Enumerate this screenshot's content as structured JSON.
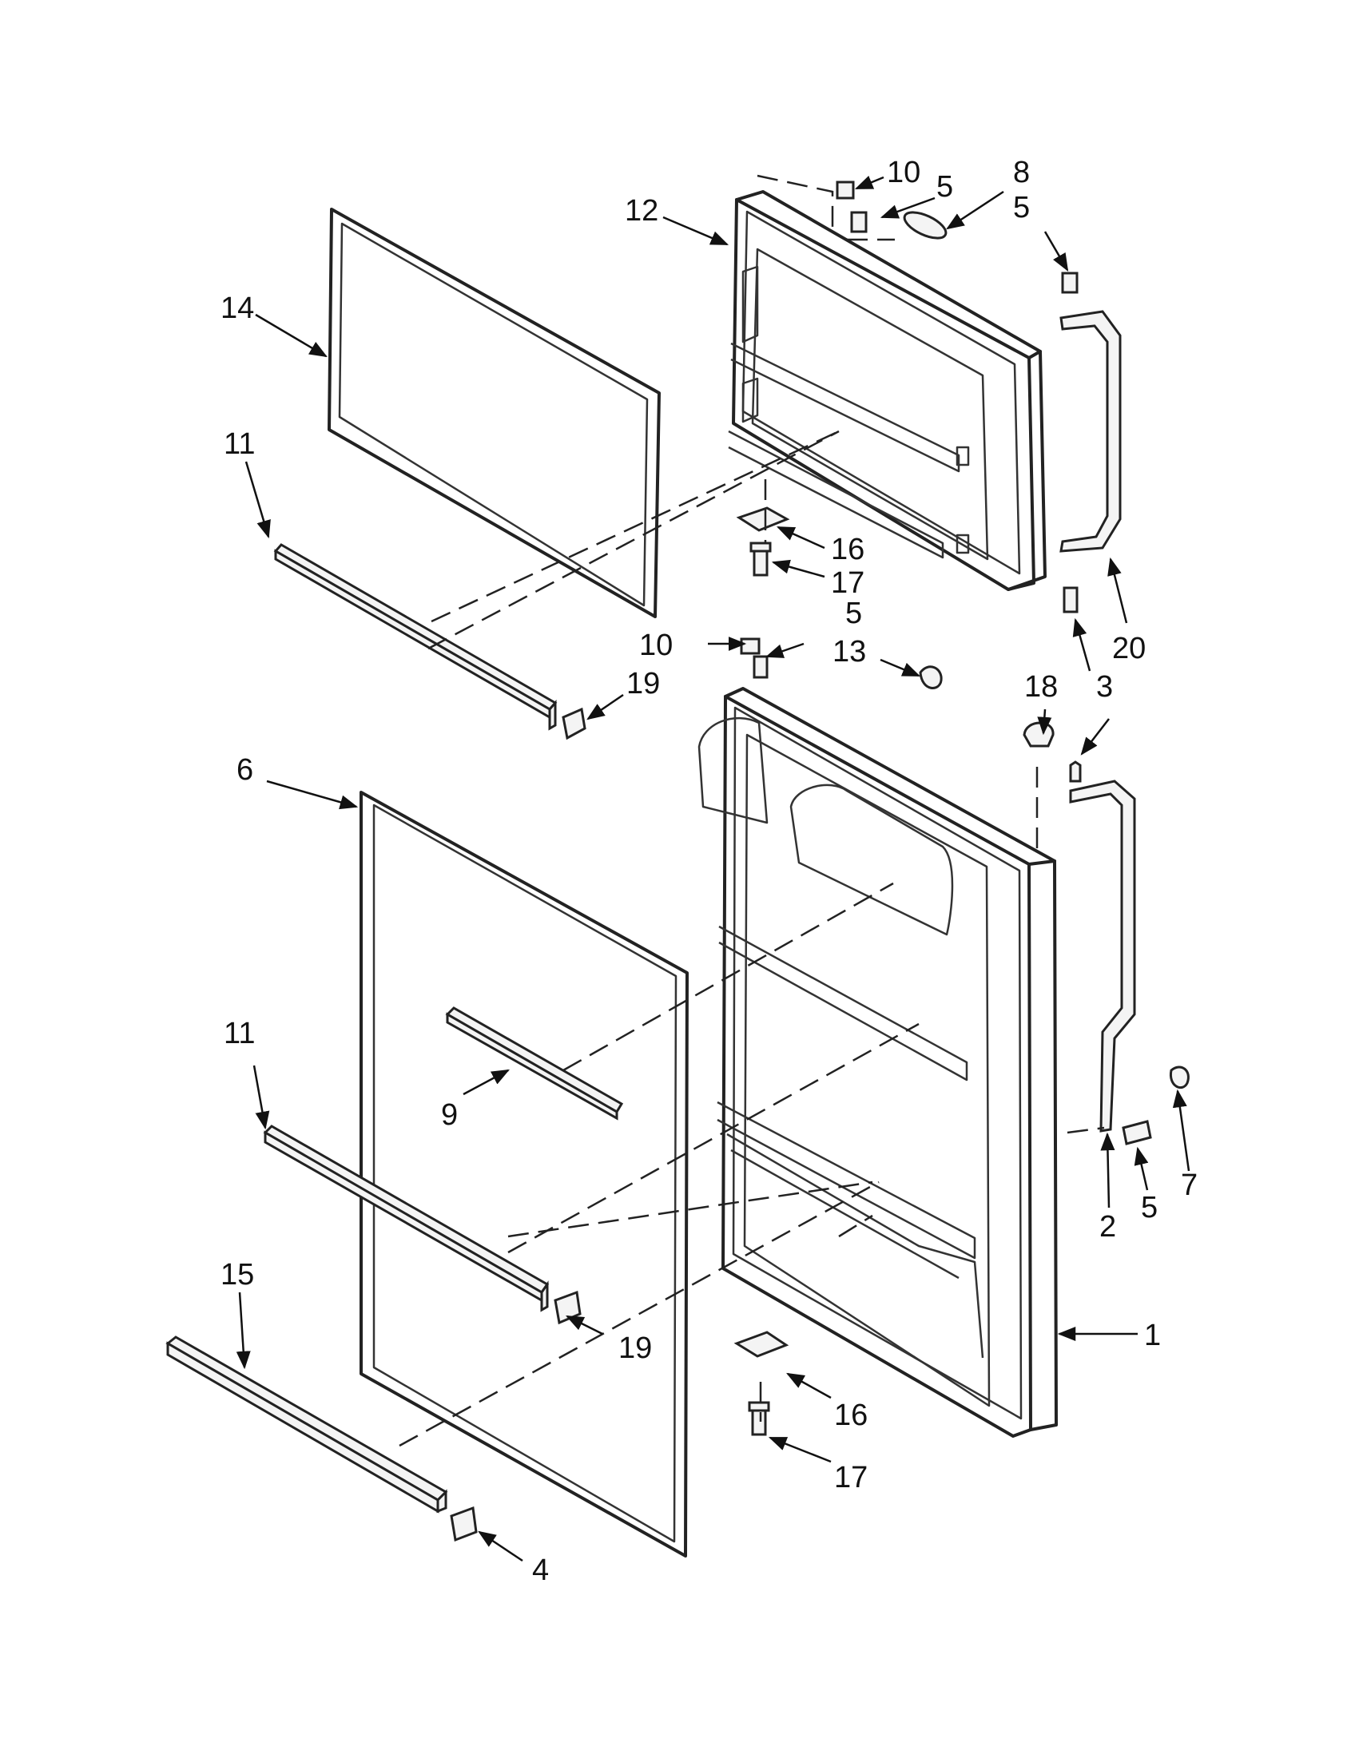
{
  "diagram": {
    "parts": {
      "p1": "1",
      "p2": "2",
      "p3": "3",
      "p4": "4",
      "p5": "5",
      "p6": "6",
      "p7": "7",
      "p8": "8",
      "p9": "9",
      "p10": "10",
      "p11": "11",
      "p12": "12",
      "p13": "13",
      "p14": "14",
      "p15": "15",
      "p16": "16",
      "p17": "17",
      "p18": "18",
      "p19": "19",
      "p20": "20"
    }
  }
}
